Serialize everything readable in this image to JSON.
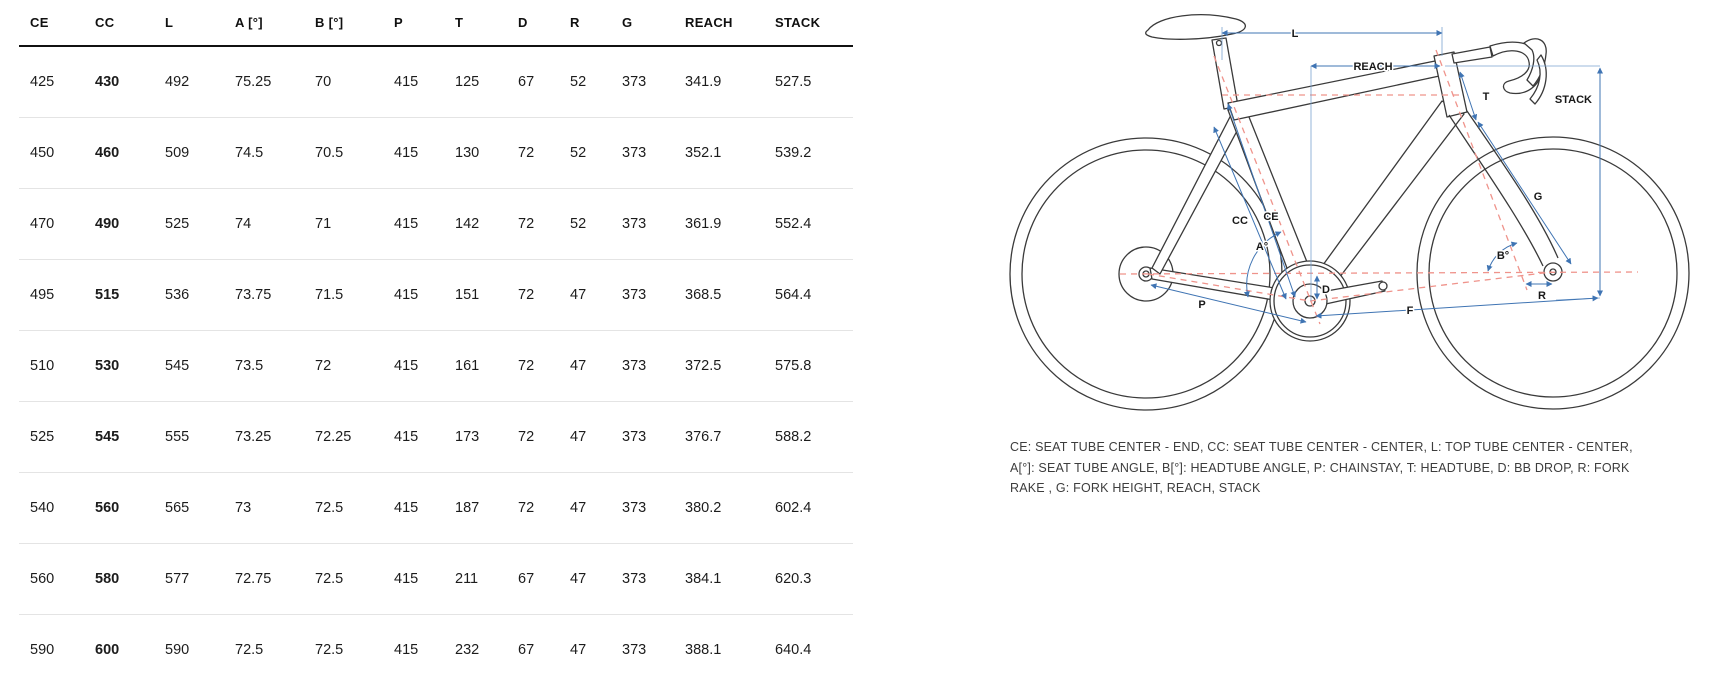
{
  "table": {
    "columns": [
      "CE",
      "CC",
      "L",
      "A [°]",
      "B [°]",
      "P",
      "T",
      "D",
      "R",
      "G",
      "REACH",
      "STACK"
    ],
    "rows": [
      [
        "425",
        "430",
        "492",
        "75.25",
        "70",
        "415",
        "125",
        "67",
        "52",
        "373",
        "341.9",
        "527.5"
      ],
      [
        "450",
        "460",
        "509",
        "74.5",
        "70.5",
        "415",
        "130",
        "72",
        "52",
        "373",
        "352.1",
        "539.2"
      ],
      [
        "470",
        "490",
        "525",
        "74",
        "71",
        "415",
        "142",
        "72",
        "52",
        "373",
        "361.9",
        "552.4"
      ],
      [
        "495",
        "515",
        "536",
        "73.75",
        "71.5",
        "415",
        "151",
        "72",
        "47",
        "373",
        "368.5",
        "564.4"
      ],
      [
        "510",
        "530",
        "545",
        "73.5",
        "72",
        "415",
        "161",
        "72",
        "47",
        "373",
        "372.5",
        "575.8"
      ],
      [
        "525",
        "545",
        "555",
        "73.25",
        "72.25",
        "415",
        "173",
        "72",
        "47",
        "373",
        "376.7",
        "588.2"
      ],
      [
        "540",
        "560",
        "565",
        "73",
        "72.5",
        "415",
        "187",
        "72",
        "47",
        "373",
        "380.2",
        "602.4"
      ],
      [
        "560",
        "580",
        "577",
        "72.75",
        "72.5",
        "415",
        "211",
        "67",
        "47",
        "373",
        "384.1",
        "620.3"
      ],
      [
        "590",
        "600",
        "590",
        "72.5",
        "72.5",
        "415",
        "232",
        "67",
        "47",
        "373",
        "388.1",
        "640.4"
      ]
    ]
  },
  "diagram": {
    "labels": {
      "l": "L",
      "reach": "REACH",
      "t": "T",
      "stack": "STACK",
      "g": "G",
      "cc": "CC",
      "ce": "CE",
      "a": "A°",
      "b": "B°",
      "d": "D",
      "p": "P",
      "f": "F",
      "r": "R"
    },
    "colors": {
      "dimension_blue": "#3f74b3",
      "construction_red": "#ef938b",
      "outline": "#3a3a3a"
    }
  },
  "caption": {
    "text": "CE: SEAT TUBE CENTER - END, CC: SEAT TUBE CENTER - CENTER, L: TOP TUBE CENTER - CENTER, A[°]: SEAT TUBE ANGLE, B[°]: HEADTUBE ANGLE, P: CHAINSTAY, T: HEADTUBE, D: BB DROP, R: FORK RAKE , G: FORK HEIGHT, REACH, STACK"
  }
}
